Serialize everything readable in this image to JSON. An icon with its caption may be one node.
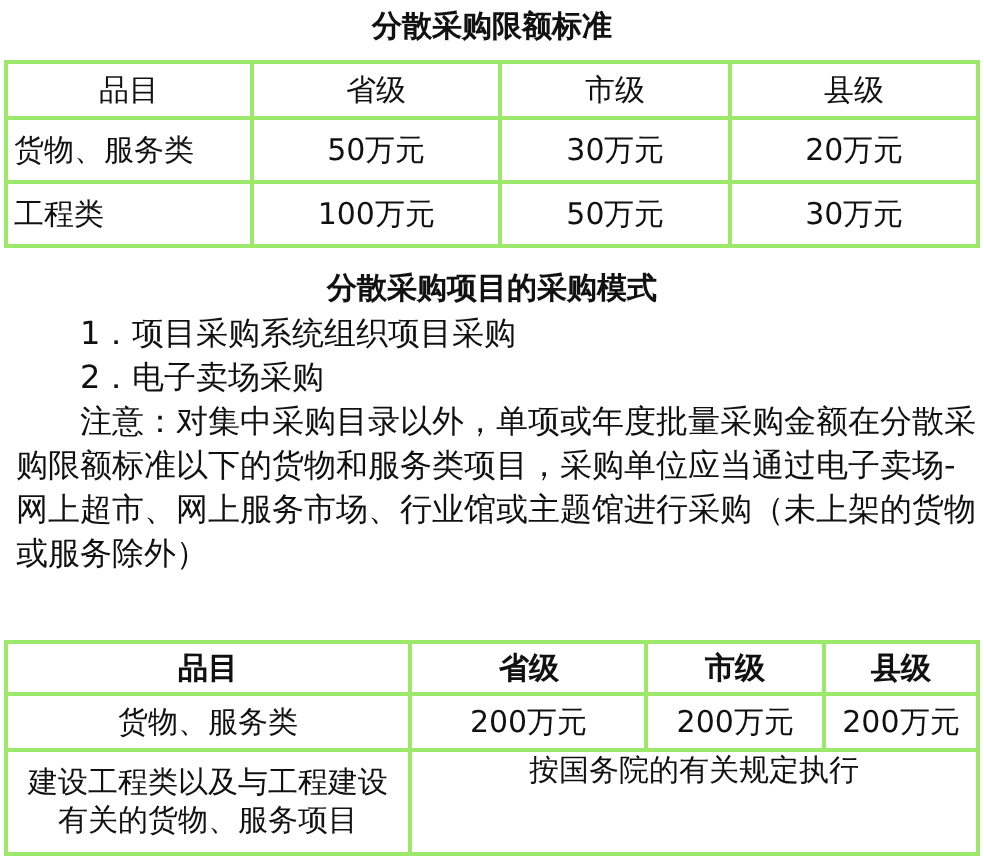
{
  "diagram": {
    "title": "分散采购限额标准",
    "labels": [
      "品目",
      "省级",
      "市级",
      "县级",
      "货物、服务类",
      "50万元",
      "30万元",
      "20万元",
      "工程类",
      "100万元",
      "50万元",
      "30万元",
      "分散采购项目的采购模式",
      "1．项目采购系统组织项目采购",
      "2．电子卖场采购",
      "注意：对集中采购目录以外，单项或年度批量采购金额在分散采购限额标准以下的货物和服务类项目，采购单位应当通过电子卖场-网上超市、网上服务市场、行业馆或主题馆进行采购（未上架的货物或服务除外）",
      "品目",
      "省级",
      "市级",
      "县级",
      "货物、服务类",
      "200万元",
      "200万元",
      "200万元",
      "建设工程类以及与工程建设有关的货物、服务项目",
      "按国务院的有关规定执行"
    ]
  }
}
